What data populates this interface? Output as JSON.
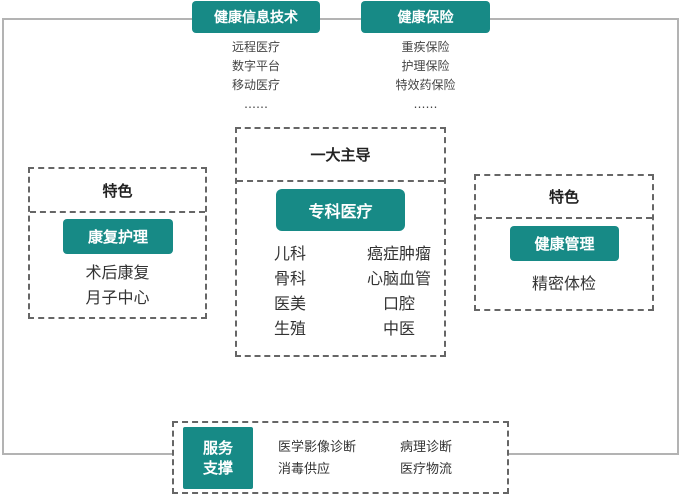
{
  "top": {
    "tech": {
      "title": "健康信息技术",
      "items": [
        "远程医疗",
        "数字平台",
        "移动医疗",
        "……"
      ]
    },
    "insurance": {
      "title": "健康保险",
      "items": [
        "重疾保险",
        "护理保险",
        "特效药保险",
        "……"
      ]
    }
  },
  "center": {
    "header": "一大主导",
    "badge": "专科医疗",
    "left_items": [
      "儿科",
      "骨科",
      "医美",
      "生殖"
    ],
    "right_items": [
      "癌症肿瘤",
      "心脑血管",
      "口腔",
      "中医"
    ]
  },
  "left_box": {
    "header": "特色",
    "badge": "康复护理",
    "items": [
      "术后康复",
      "月子中心"
    ]
  },
  "right_box": {
    "header": "特色",
    "badge": "健康管理",
    "items": [
      "精密体检"
    ]
  },
  "bottom": {
    "badge_line1": "服务",
    "badge_line2": "支撑",
    "col1": [
      "医学影像诊断",
      "消毒供应"
    ],
    "col2": [
      "病理诊断",
      "医疗物流"
    ]
  },
  "colors": {
    "teal": "#178a86",
    "frame": "#b3b3b3",
    "dash": "#666666"
  }
}
